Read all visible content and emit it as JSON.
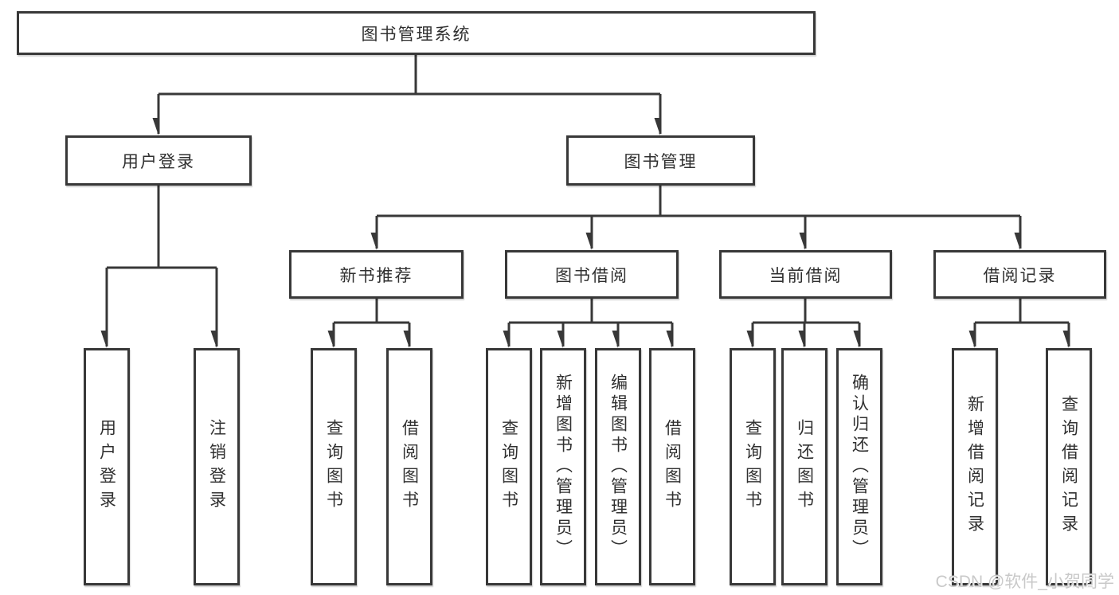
{
  "diagram": {
    "type": "hierarchy-tree",
    "watermark": "CSDN @软件_小贺同学",
    "colors": {
      "line": "#383838",
      "box_border": "#383838",
      "box_background": "#ffffff",
      "text": "#303030",
      "watermark": "#c9c9c9"
    },
    "tree": {
      "label": "图书管理系统",
      "children": [
        {
          "label": "用户登录",
          "children": [
            {
              "label": "用户登录"
            },
            {
              "label": "注销登录"
            }
          ]
        },
        {
          "label": "图书管理",
          "children": [
            {
              "label": "新书推荐",
              "children": [
                {
                  "label": "查询图书"
                },
                {
                  "label": "借阅图书"
                }
              ]
            },
            {
              "label": "图书借阅",
              "children": [
                {
                  "label": "查询图书"
                },
                {
                  "label": "新增图书（管理员）"
                },
                {
                  "label": "编辑图书（管理员）"
                },
                {
                  "label": "借阅图书"
                }
              ]
            },
            {
              "label": "当前借阅",
              "children": [
                {
                  "label": "查询图书"
                },
                {
                  "label": "归还图书"
                },
                {
                  "label": "确认归还（管理员）"
                }
              ]
            },
            {
              "label": "借阅记录",
              "children": [
                {
                  "label": "新增借阅记录"
                },
                {
                  "label": "查询借阅记录"
                }
              ]
            }
          ]
        }
      ]
    }
  }
}
